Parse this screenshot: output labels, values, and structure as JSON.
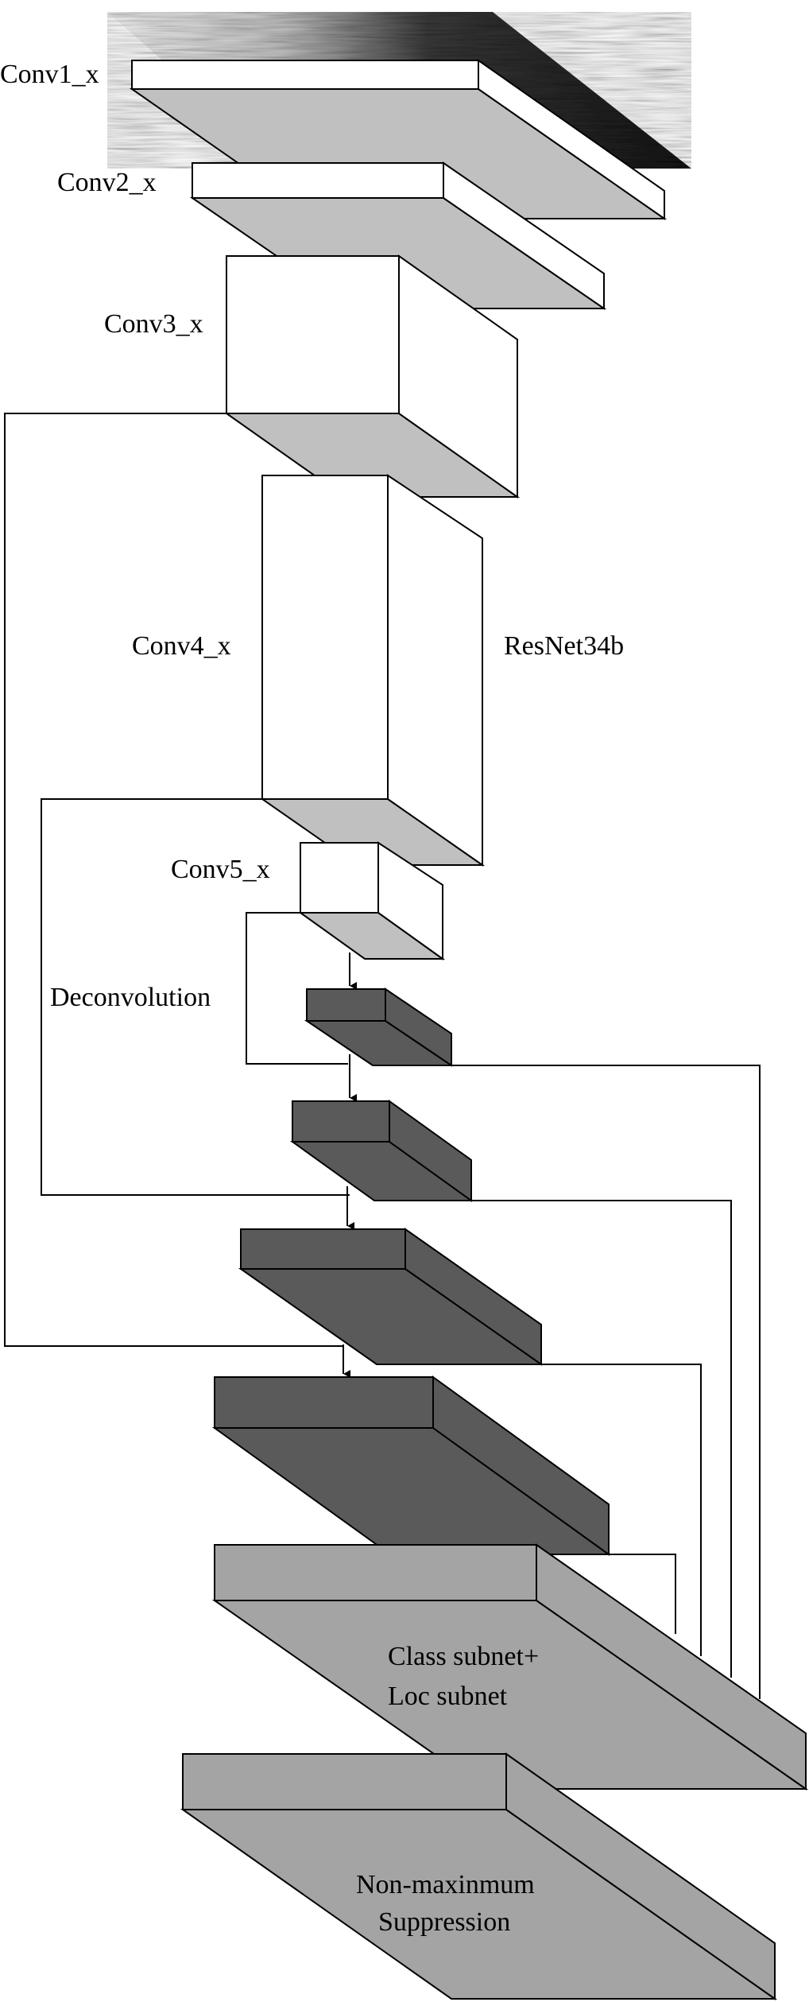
{
  "colors": {
    "block_face": "#ffffff",
    "block_shade": "#c0c0c0",
    "decoder_block": "#5a5a5a",
    "head_block": "#a4a4a4",
    "line": "#000000"
  },
  "labels": {
    "conv1": "Conv1_x",
    "conv2": "Conv2_x",
    "conv3": "Conv3_x",
    "conv4": "Conv4_x",
    "conv5": "Conv5_x",
    "backbone": "ResNet34b",
    "deconv": "Deconvolution",
    "head_line1": "Class subnet+",
    "head_line2": "Loc subnet",
    "nms_line1": "Non-maxinmum",
    "nms_line2": "Suppression"
  }
}
